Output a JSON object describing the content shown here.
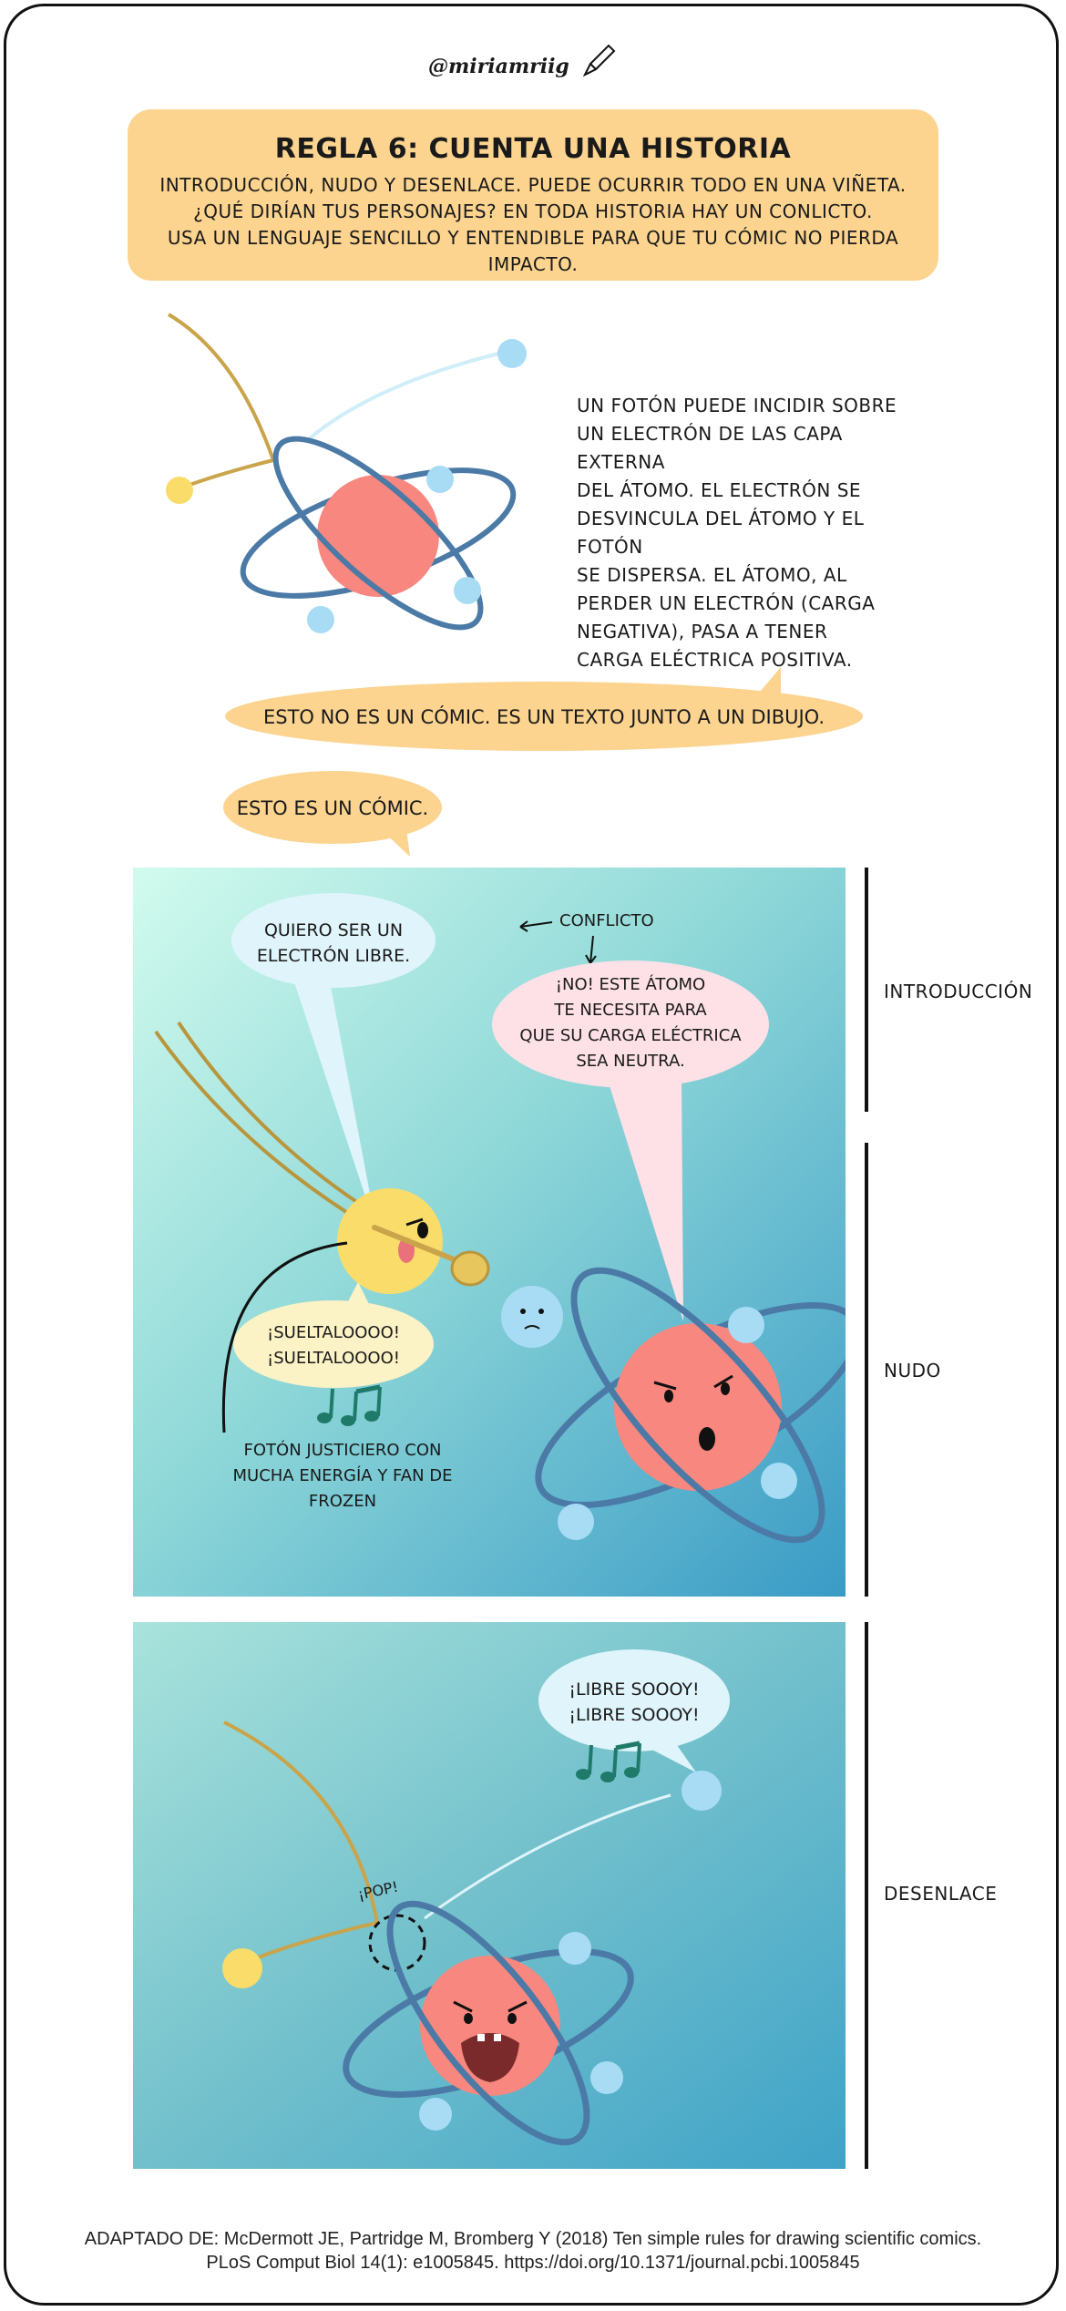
{
  "signature": "@miriamriig",
  "rule": {
    "title": "REGLA 6: CUENTA UNA HISTORIA",
    "line1": "INTRODUCCIÓN, NUDO Y DESENLACE. PUEDE OCURRIR TODO EN UNA VIÑETA.",
    "line2": "¿QUÉ DIRÍAN TUS PERSONAJES? EN TODA HISTORIA HAY UN CONLICTO.",
    "line3": "USA UN LENGUAJE SENCILLO Y ENTENDIBLE PARA QUE TU CÓMIC NO PIERDA IMPACTO."
  },
  "explanation": [
    "UN FOTÓN PUEDE INCIDIR SOBRE",
    "UN ELECTRÓN DE LAS CAPA EXTERNA",
    "DEL ÁTOMO. EL ELECTRÓN SE",
    "DESVINCULA DEL ÁTOMO Y EL FOTÓN",
    "SE DISPERSA. EL ÁTOMO, AL",
    "PERDER UN ELECTRÓN (CARGA",
    "NEGATIVA), PASA A TENER",
    "CARGA ELÉCTRICA POSITIVA."
  ],
  "bubbles": {
    "not_comic": "ESTO NO ES UN CÓMIC. ES UN TEXTO JUNTO A UN DIBUJO.",
    "is_comic": "ESTO ES UN CÓMIC."
  },
  "panel1": {
    "electron_line1": "QUIERO SER UN",
    "electron_line2": "ELECTRÓN LIBRE.",
    "conflict": "CONFLICTO",
    "atom_line1": "¡NO! ESTE ÁTOMO",
    "atom_line2": "TE NECESITA PARA",
    "atom_line3": "QUE SU CARGA ELÉCTRICA",
    "atom_line4": "SEA NEUTRA.",
    "photon_line1": "¡SUELTALOOOO!",
    "photon_line2": "¡SUELTALOOOO!",
    "caption_line1": "FOTÓN JUSTICIERO CON",
    "caption_line2": "MUCHA ENERGÍA Y FAN DE",
    "caption_line3": "FROZEN"
  },
  "panel2": {
    "free_line1": "¡LIBRE SOOOY!",
    "free_line2": "¡LIBRE SOOOY!",
    "pop": "¡POP!"
  },
  "side_labels": {
    "intro": "INTRODUCCIÓN",
    "nudo": "NUDO",
    "desenlace": "DESENLACE"
  },
  "citation": {
    "line1": "ADAPTADO DE: McDermott JE, Partridge M, Bromberg Y (2018) Ten simple rules for drawing scientific comics.",
    "line2": "PLoS Comput Biol 14(1): e1005845. https://doi.org/10.1371/journal.pcbi.1005845"
  },
  "colors": {
    "rule_box": "#fcd48f",
    "nucleus": "#f7877f",
    "orbit": "#4b7aa6",
    "electron": "#a8dcf5",
    "photon": "#f9dc6a",
    "photon_trail": "#c9a44a",
    "panel_top": "#c9f7ea",
    "panel_bottom": "#3fa3c8"
  }
}
